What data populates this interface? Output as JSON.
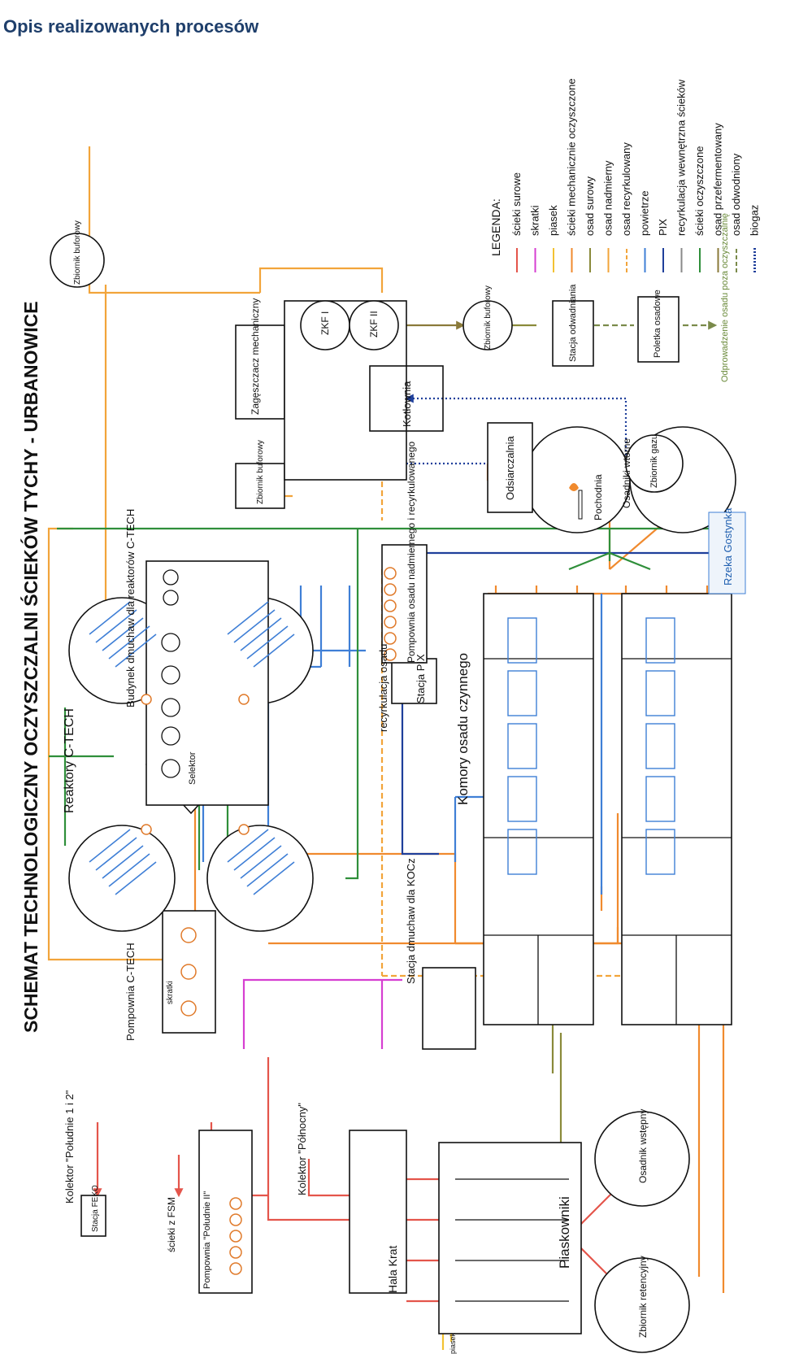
{
  "page": {
    "heading": "Opis realizowanych procesów"
  },
  "diagram": {
    "title": "SCHEMAT TECHNOLOGICZNY OCZYSZCZALNI ŚCIEKÓW TYCHY - URBANOWICE",
    "legend": {
      "heading": "LEGENDA:",
      "items": [
        {
          "label": "ścieki surowe",
          "color": "#e4554b",
          "style": "solid"
        },
        {
          "label": "skratki",
          "color": "#d63fd1",
          "style": "solid"
        },
        {
          "label": "piasek",
          "color": "#f2c233",
          "style": "solid"
        },
        {
          "label": "ścieki mechanicznie oczyszczone",
          "color": "#f08a2e",
          "style": "solid"
        },
        {
          "label": "osad surowy",
          "color": "#8a8a3a",
          "style": "solid"
        },
        {
          "label": "osad nadmierny",
          "color": "#f2a43a",
          "style": "solid"
        },
        {
          "label": "osad recyrkulowany",
          "color": "#f2a43a",
          "style": "dashed"
        },
        {
          "label": "powietrze",
          "color": "#3f7fd6",
          "style": "solid"
        },
        {
          "label": "PIX",
          "color": "#1f3f9b",
          "style": "solid"
        },
        {
          "label": "recyrkulacja wewnętrzna ścieków",
          "color": "#8a8a8a",
          "style": "solid"
        },
        {
          "label": "ścieki oczyszczone",
          "color": "#2f8f3a",
          "style": "solid"
        },
        {
          "label": "osad przefermentowany",
          "color": "#8a7a3a",
          "style": "solid"
        },
        {
          "label": "osad odwodniony",
          "color": "#7a8a4a",
          "style": "dashed"
        },
        {
          "label": "biogaz",
          "color": "#1f3f9b",
          "style": "dotted"
        }
      ]
    },
    "labels": {
      "kolektor_poludnie": "Kolektor \"Południe 1 i 2\"",
      "stacja_feko": "Stacja FEKO",
      "scieki_fsm": "ścieki z FSM",
      "pompownia_poludnie": "Pompownia \"Południe II\"",
      "skratki": "skratki",
      "kolektor_polnocny": "Kolektor \"Północny\"",
      "hala_krat": "Hala Krat",
      "piasek": "piasek",
      "piaskowniki": "Piaskowniki",
      "zbiornik_retencyjny": "Zbiornik retencyjny",
      "osadnik_wstepny": "Osadnik wstępny",
      "pompownia_ctech": "Pompownia C-TECH",
      "reaktory_ctech": "Reaktory C-TECH",
      "selektor": "Selektor",
      "budynek_dmuchaw": "Budynek dmuchaw dla reaktorów C-TECH",
      "recyrkulacja_osadu": "recyrkulacja osadu",
      "stacja_pix": "Stacja PIX",
      "stacja_dmuchaw": "Stacja dmuchaw dla KOCz",
      "komory_osadu": "Komory osadu czynnego",
      "pompownia_osadu": "Pompownia osadu nadmiernego i recyrkulowanego",
      "osadniki_wtorne": "Osadniki wtórne",
      "rzeka": "Rzeka Gostynka",
      "zbiornik_buforowy": "Zbiornik buforowy",
      "zageszczacz": "Zagęszczacz mechaniczny",
      "zkf1": "ZKF I",
      "zkf2": "ZKF II",
      "kotlownia": "Kotłownia",
      "odsiarczalnia": "Odsiarczalnia",
      "pochodnia": "Pochodnia",
      "zbiornik_gazu": "Zbiornik gazu",
      "stacja_odwadniania": "Stacja odwadniania",
      "poletka": "Poletka osadowe",
      "odprowadzenie": "Odprowadzenie osadu poza oczyszczalnię"
    }
  }
}
